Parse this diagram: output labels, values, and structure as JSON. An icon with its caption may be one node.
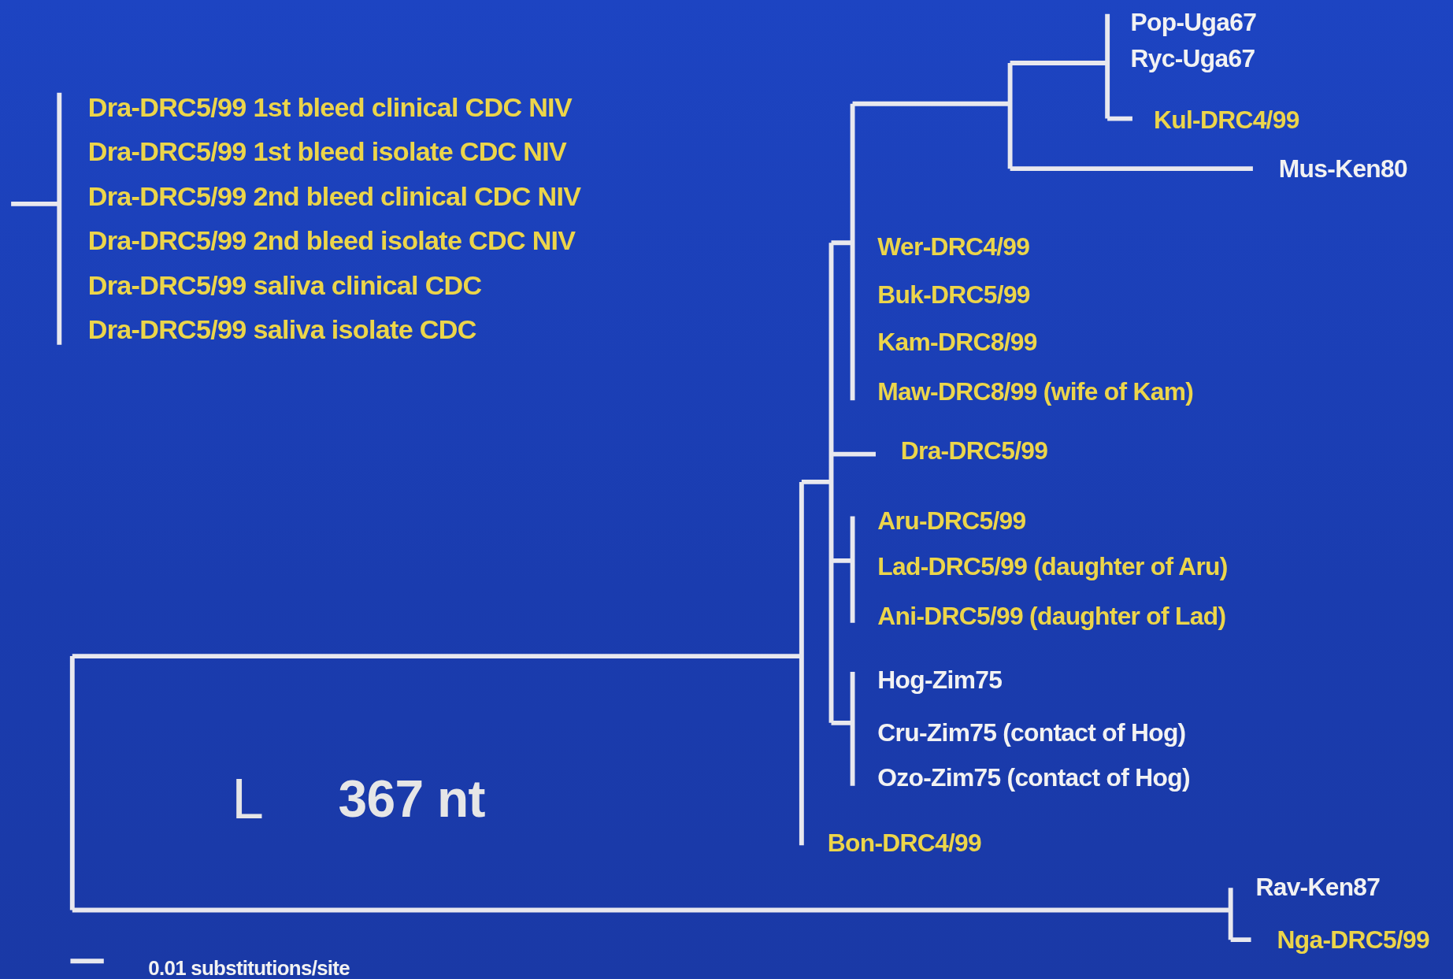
{
  "diagram": {
    "labels": [
      "Dra-DRC5/99 1st bleed clinical CDC NIV",
      "Dra-DRC5/99 1st bleed isolate CDC NIV",
      "Dra-DRC5/99 2nd bleed clinical CDC NIV",
      "Dra-DRC5/99 2nd bleed isolate CDC NIV",
      "Dra-DRC5/99 saliva clinical CDC",
      "Dra-DRC5/99 saliva isolate CDC",
      "Pop-Uga67",
      "Ryc-Uga67",
      "Kul-DRC4/99",
      "Mus-Ken80",
      "Wer-DRC4/99",
      "Buk-DRC5/99",
      "Kam-DRC8/99",
      "Maw-DRC8/99 (wife of Kam)",
      "Dra-DRC5/99",
      "Aru-DRC5/99",
      "Lad-DRC5/99 (daughter of Aru)",
      "Ani-DRC5/99 (daughter of Lad)",
      "Hog-Zim75",
      "Cru-Zim75 (contact of Hog)",
      "Ozo-Zim75 (contact of Hog)",
      "Bon-DRC4/99",
      "Rav-Ken87",
      "Nga-DRC5/99",
      "L",
      "367 nt",
      "0.01 substitutions/site"
    ]
  }
}
